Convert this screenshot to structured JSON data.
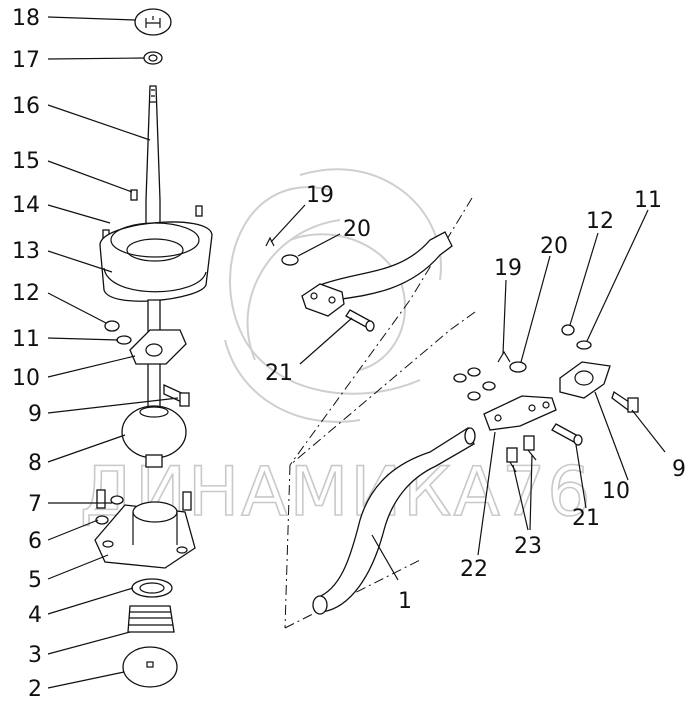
{
  "watermark": "ДИНАМИКА76",
  "callouts": [
    "1",
    "2",
    "3",
    "4",
    "5",
    "6",
    "7",
    "8",
    "9",
    "10",
    "11",
    "12",
    "13",
    "14",
    "15",
    "16",
    "17",
    "18",
    "19",
    "20",
    "21",
    "22",
    "23"
  ],
  "labels": {
    "left": {
      "n18": "18",
      "n17": "17",
      "n16": "16",
      "n15": "15",
      "n14": "14",
      "n13": "13",
      "n12": "12",
      "n11": "11",
      "n10": "10",
      "n9": "9",
      "n8": "8",
      "n7": "7",
      "n6": "6",
      "n5": "5",
      "n4": "4",
      "n3": "3",
      "n2": "2"
    },
    "right": {
      "n19a": "19",
      "n20a": "20",
      "n21a": "21",
      "n19b": "19",
      "n20b": "20",
      "n12": "12",
      "n11": "11",
      "n9": "9",
      "n10": "10",
      "n21b": "21",
      "n22": "22",
      "n23": "23",
      "n1": "1"
    }
  }
}
